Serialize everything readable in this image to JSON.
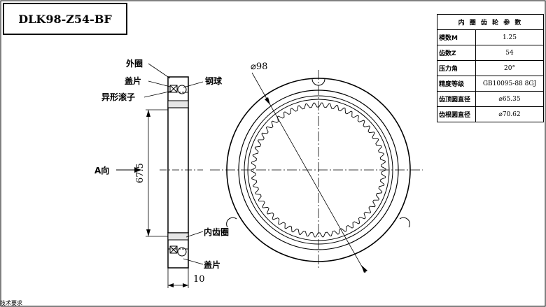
{
  "title": "DLK98-Z54-BF",
  "params_table": {
    "header": "内 圈 齿 轮 参 数",
    "rows": [
      {
        "label": "模数M",
        "value": "1.25"
      },
      {
        "label": "齿数Z",
        "value": "54"
      },
      {
        "label": "压力角",
        "value": "20°"
      },
      {
        "label": "精度等级",
        "value": "GB10095-88  8GJ"
      },
      {
        "label": "齿顶圆直径",
        "value": "⌀65.35"
      },
      {
        "label": "齿根圆直径",
        "value": "⌀70.62"
      }
    ]
  },
  "labels": {
    "outer_ring": "外圈",
    "cover_top": "盖片",
    "roller": "异形滚子",
    "steel_ball": "钢球",
    "direction": "A向",
    "inner_gear_ring": "内齿圈",
    "cover_bottom": "盖片"
  },
  "dimensions": {
    "height": "67.5",
    "width": "10",
    "diameter": "⌀98"
  },
  "corner_note": "技术要求"
}
